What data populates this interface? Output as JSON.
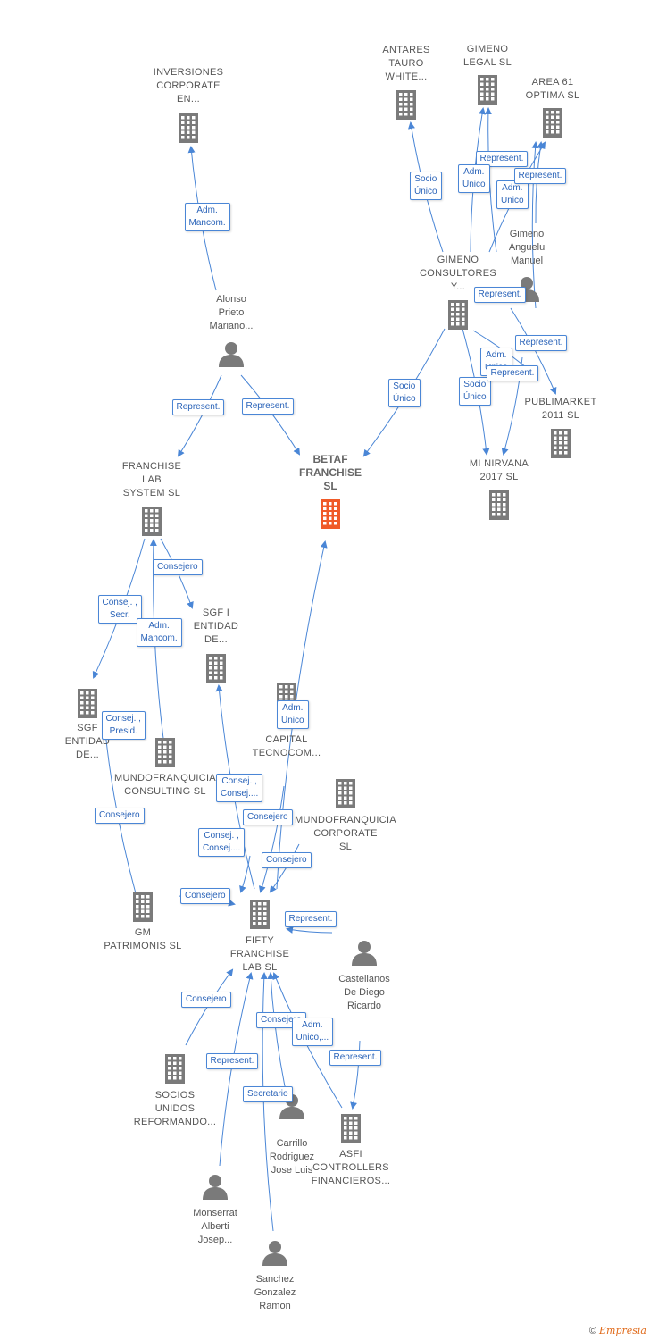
{
  "colors": {
    "edge": "#4a86d6",
    "building": "#7a7a7a",
    "main": "#f05a28",
    "person": "#7a7a7a"
  },
  "nodes": [
    {
      "id": "inversiones",
      "type": "company",
      "label": "INVERSIONES\nCORPORATE\nEN..."
    },
    {
      "id": "antares",
      "type": "company",
      "label": "ANTARES\nTAURO\nWHITE..."
    },
    {
      "id": "gimeno_legal",
      "type": "company",
      "label": "GIMENO\nLEGAL  SL"
    },
    {
      "id": "area61",
      "type": "company",
      "label": "AREA 61\nOPTIMA  SL"
    },
    {
      "id": "gimeno_anguelu",
      "type": "person",
      "label": "Gimeno\nAnguelu\nManuel"
    },
    {
      "id": "gimeno_consultores",
      "type": "company",
      "label": "GIMENO\nCONSULTORES\nY..."
    },
    {
      "id": "alonso",
      "type": "person",
      "label": "Alonso\nPrieto\nMariano..."
    },
    {
      "id": "publimarket",
      "type": "company",
      "label": "PUBLIMARKET\n2011  SL"
    },
    {
      "id": "mi_nirvana",
      "type": "company",
      "label": "MI NIRVANA\n2017  SL"
    },
    {
      "id": "betaf",
      "type": "main",
      "label": "BETAF\nFRANCHISE\nSL"
    },
    {
      "id": "franchise_lab",
      "type": "company",
      "label": "FRANCHISE\nLAB\nSYSTEM  SL"
    },
    {
      "id": "sgf_i",
      "type": "company",
      "label": "SGF I\nENTIDAD\nDE..."
    },
    {
      "id": "sgf",
      "type": "company",
      "label": "SGF\nENTIDAD\nDE..."
    },
    {
      "id": "nu_capital",
      "type": "company",
      "label": "NU\nCAPITAL\nTECNOCOM..."
    },
    {
      "id": "mf_consulting",
      "type": "company",
      "label": "MUNDOFRANQUICIA\nCONSULTING SL"
    },
    {
      "id": "mf_corporate",
      "type": "company",
      "label": "MUNDOFRANQUICIA\nCORPORATE\nSL"
    },
    {
      "id": "gm_patrimonis",
      "type": "company",
      "label": "GM\nPATRIMONIS SL"
    },
    {
      "id": "fifty",
      "type": "company",
      "label": "FIFTY\nFRANCHISE\nLAB  SL"
    },
    {
      "id": "castellanos",
      "type": "person",
      "label": "Castellanos\nDe Diego\nRicardo"
    },
    {
      "id": "socios_unidos",
      "type": "company",
      "label": "SOCIOS\nUNIDOS\nREFORMANDO..."
    },
    {
      "id": "carrillo",
      "type": "person",
      "label": "Carrillo\nRodriguez\nJose Luis"
    },
    {
      "id": "asfi",
      "type": "company",
      "label": "ASFI\nCONTROLLERS\nFINANCIEROS..."
    },
    {
      "id": "monserrat",
      "type": "person",
      "label": "Monserrat\nAlberti\nJosep..."
    },
    {
      "id": "sanchez",
      "type": "person",
      "label": "Sanchez\nGonzalez\nRamon"
    }
  ],
  "edge_labels": [
    "Adm.\nMancom.",
    "Socio\nÚnico",
    "Represent.",
    "Adm.\nUnico",
    "Adm.\nUnico",
    "Represent.",
    "Represent.",
    "Socio\nÚnico",
    "Socio\nÚnico",
    "Adm.\nUnico",
    "Represent.",
    "Represent.",
    "Represent.",
    "Represent.",
    "Consejero",
    "Consej. ,\nSecr.",
    "Adm.\nMancom.",
    "Consej. ,\nPresid.",
    "Adm.\nUnico",
    "Consejero",
    "Consej. ,\nConsej....",
    "Consejero",
    "Consej. ,\nConsej....",
    "Consejero",
    "Consejero",
    "Represent.",
    "Consejero",
    "Represent.",
    "Consejero",
    "Adm.\nUnico,...",
    "Represent.",
    "Secretario"
  ],
  "footer": {
    "copyright": "©",
    "brand": "Empresia"
  }
}
